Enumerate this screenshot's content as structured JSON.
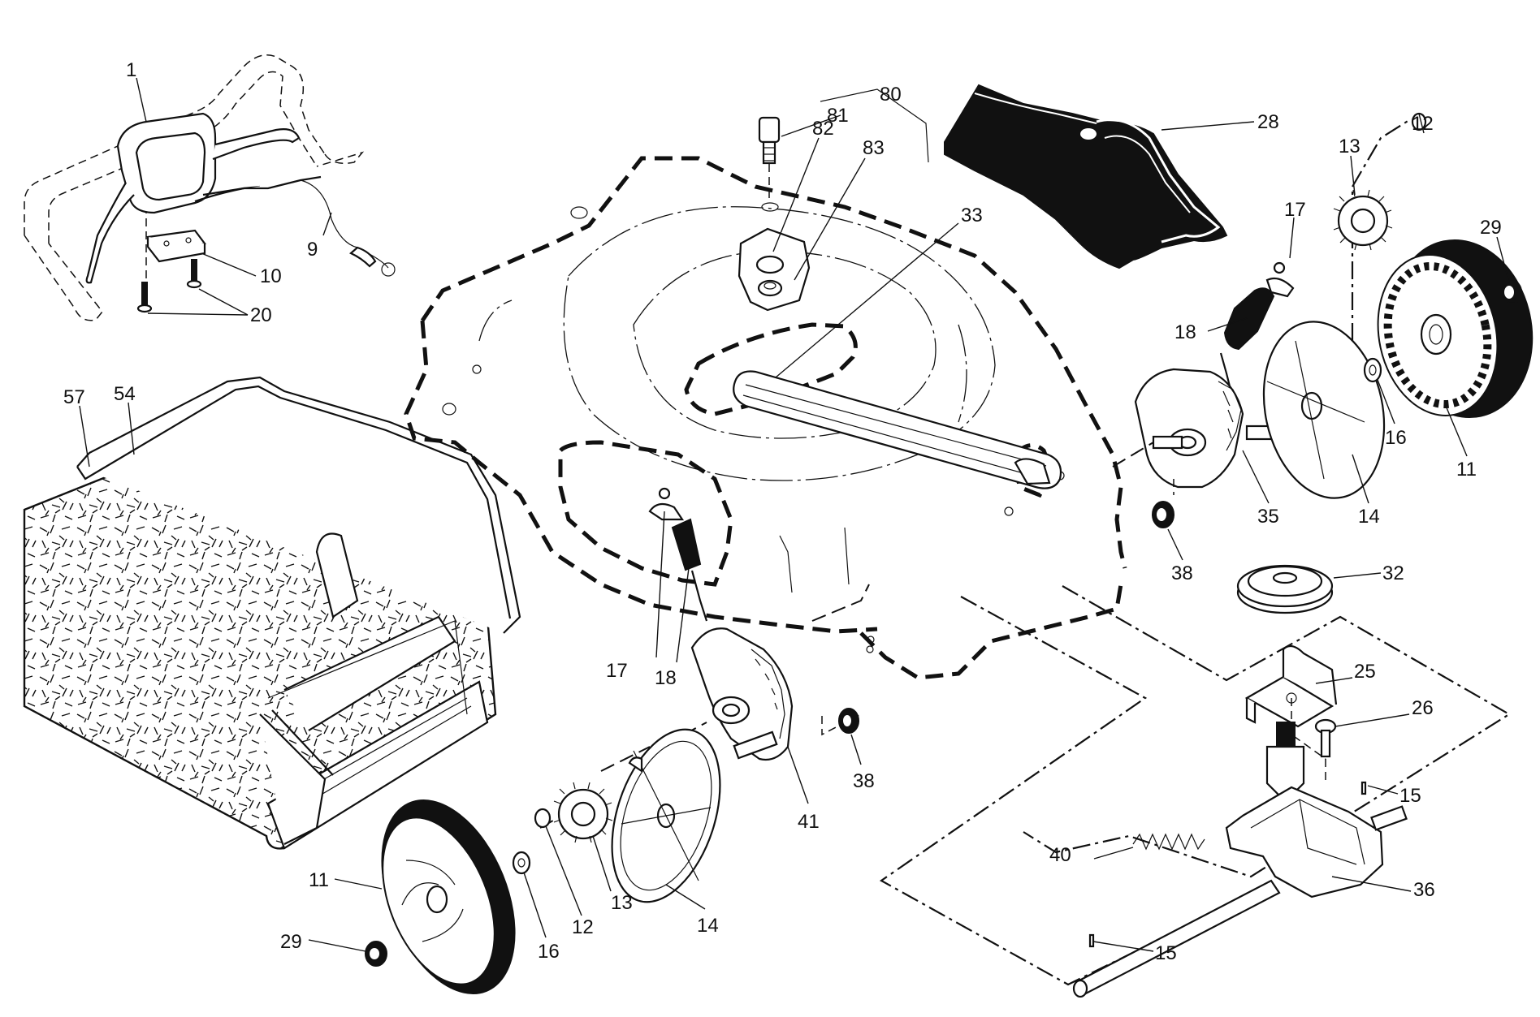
{
  "callouts": [
    {
      "id": "c1",
      "label": "1"
    },
    {
      "id": "c9",
      "label": "9"
    },
    {
      "id": "c10",
      "label": "10"
    },
    {
      "id": "c20",
      "label": "20"
    },
    {
      "id": "c57",
      "label": "57"
    },
    {
      "id": "c54",
      "label": "54"
    },
    {
      "id": "c80",
      "label": "80"
    },
    {
      "id": "c81",
      "label": "81"
    },
    {
      "id": "c82",
      "label": "82"
    },
    {
      "id": "c83",
      "label": "83"
    },
    {
      "id": "c33",
      "label": "33"
    },
    {
      "id": "c28",
      "label": "28"
    },
    {
      "id": "c17a",
      "label": "17"
    },
    {
      "id": "c18a",
      "label": "18"
    },
    {
      "id": "c13a",
      "label": "13"
    },
    {
      "id": "c12a",
      "label": "12"
    },
    {
      "id": "c29a",
      "label": "29"
    },
    {
      "id": "c16a",
      "label": "16"
    },
    {
      "id": "c11a",
      "label": "11"
    },
    {
      "id": "c14a",
      "label": "14"
    },
    {
      "id": "c35",
      "label": "35"
    },
    {
      "id": "c38a",
      "label": "38"
    },
    {
      "id": "c32",
      "label": "32"
    },
    {
      "id": "c25",
      "label": "25"
    },
    {
      "id": "c26",
      "label": "26"
    },
    {
      "id": "c15a",
      "label": "15"
    },
    {
      "id": "c36",
      "label": "36"
    },
    {
      "id": "c40",
      "label": "40"
    },
    {
      "id": "c15b",
      "label": "15"
    },
    {
      "id": "c17b",
      "label": "17"
    },
    {
      "id": "c18b",
      "label": "18"
    },
    {
      "id": "c41",
      "label": "41"
    },
    {
      "id": "c38b",
      "label": "38"
    },
    {
      "id": "c14b",
      "label": "14"
    },
    {
      "id": "c13b",
      "label": "13"
    },
    {
      "id": "c12b",
      "label": "12"
    },
    {
      "id": "c16b",
      "label": "16"
    },
    {
      "id": "c11b",
      "label": "11"
    },
    {
      "id": "c29b",
      "label": "29"
    }
  ]
}
